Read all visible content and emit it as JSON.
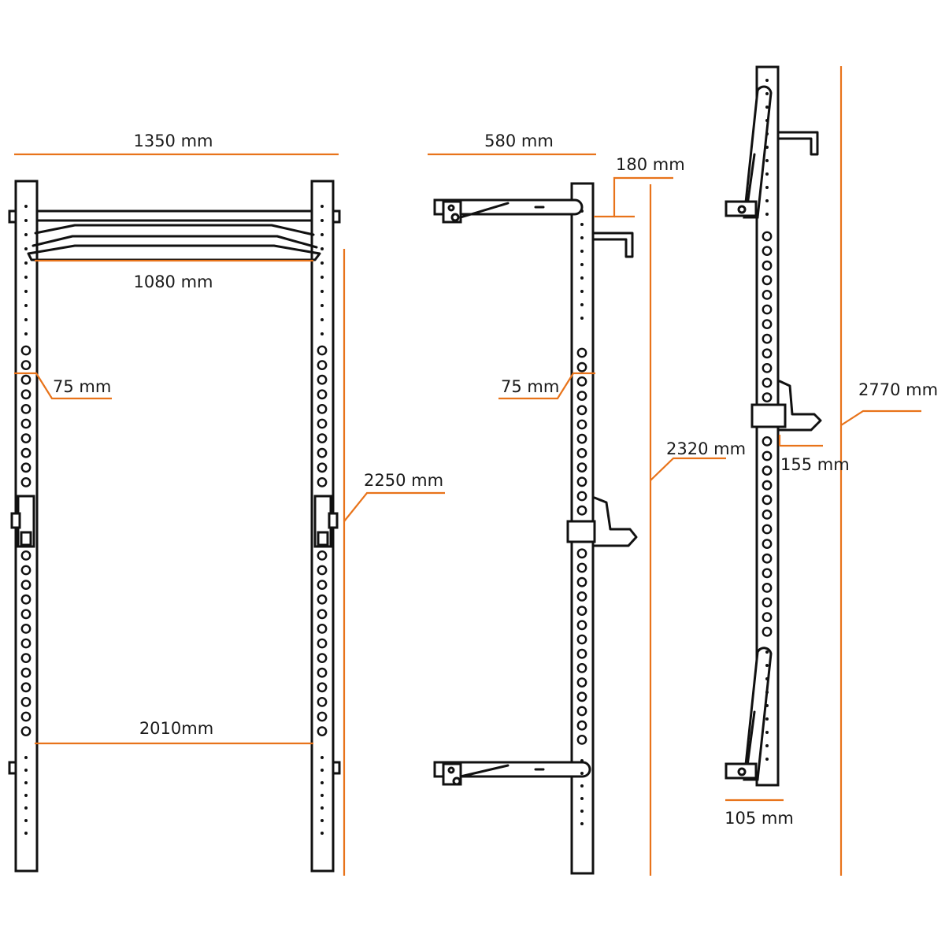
{
  "colors": {
    "dimension_line": "#e8731a",
    "outline": "#111111",
    "background": "#ffffff"
  },
  "front_view": {
    "width_label": "1350  mm",
    "pullup_bar_label": "1080 mm",
    "hole_spacing_label": "75 mm",
    "height_label": "2250 mm",
    "inner_height_label": "2010mm"
  },
  "side_view": {
    "depth_label": "580 mm",
    "offset_label": "180 mm",
    "hole_spacing_label": "75 mm",
    "height_label": "2320 mm"
  },
  "folded_view": {
    "height_label": "2770 mm",
    "jhook_depth_label": "155 mm",
    "folded_depth_label": "105 mm"
  }
}
